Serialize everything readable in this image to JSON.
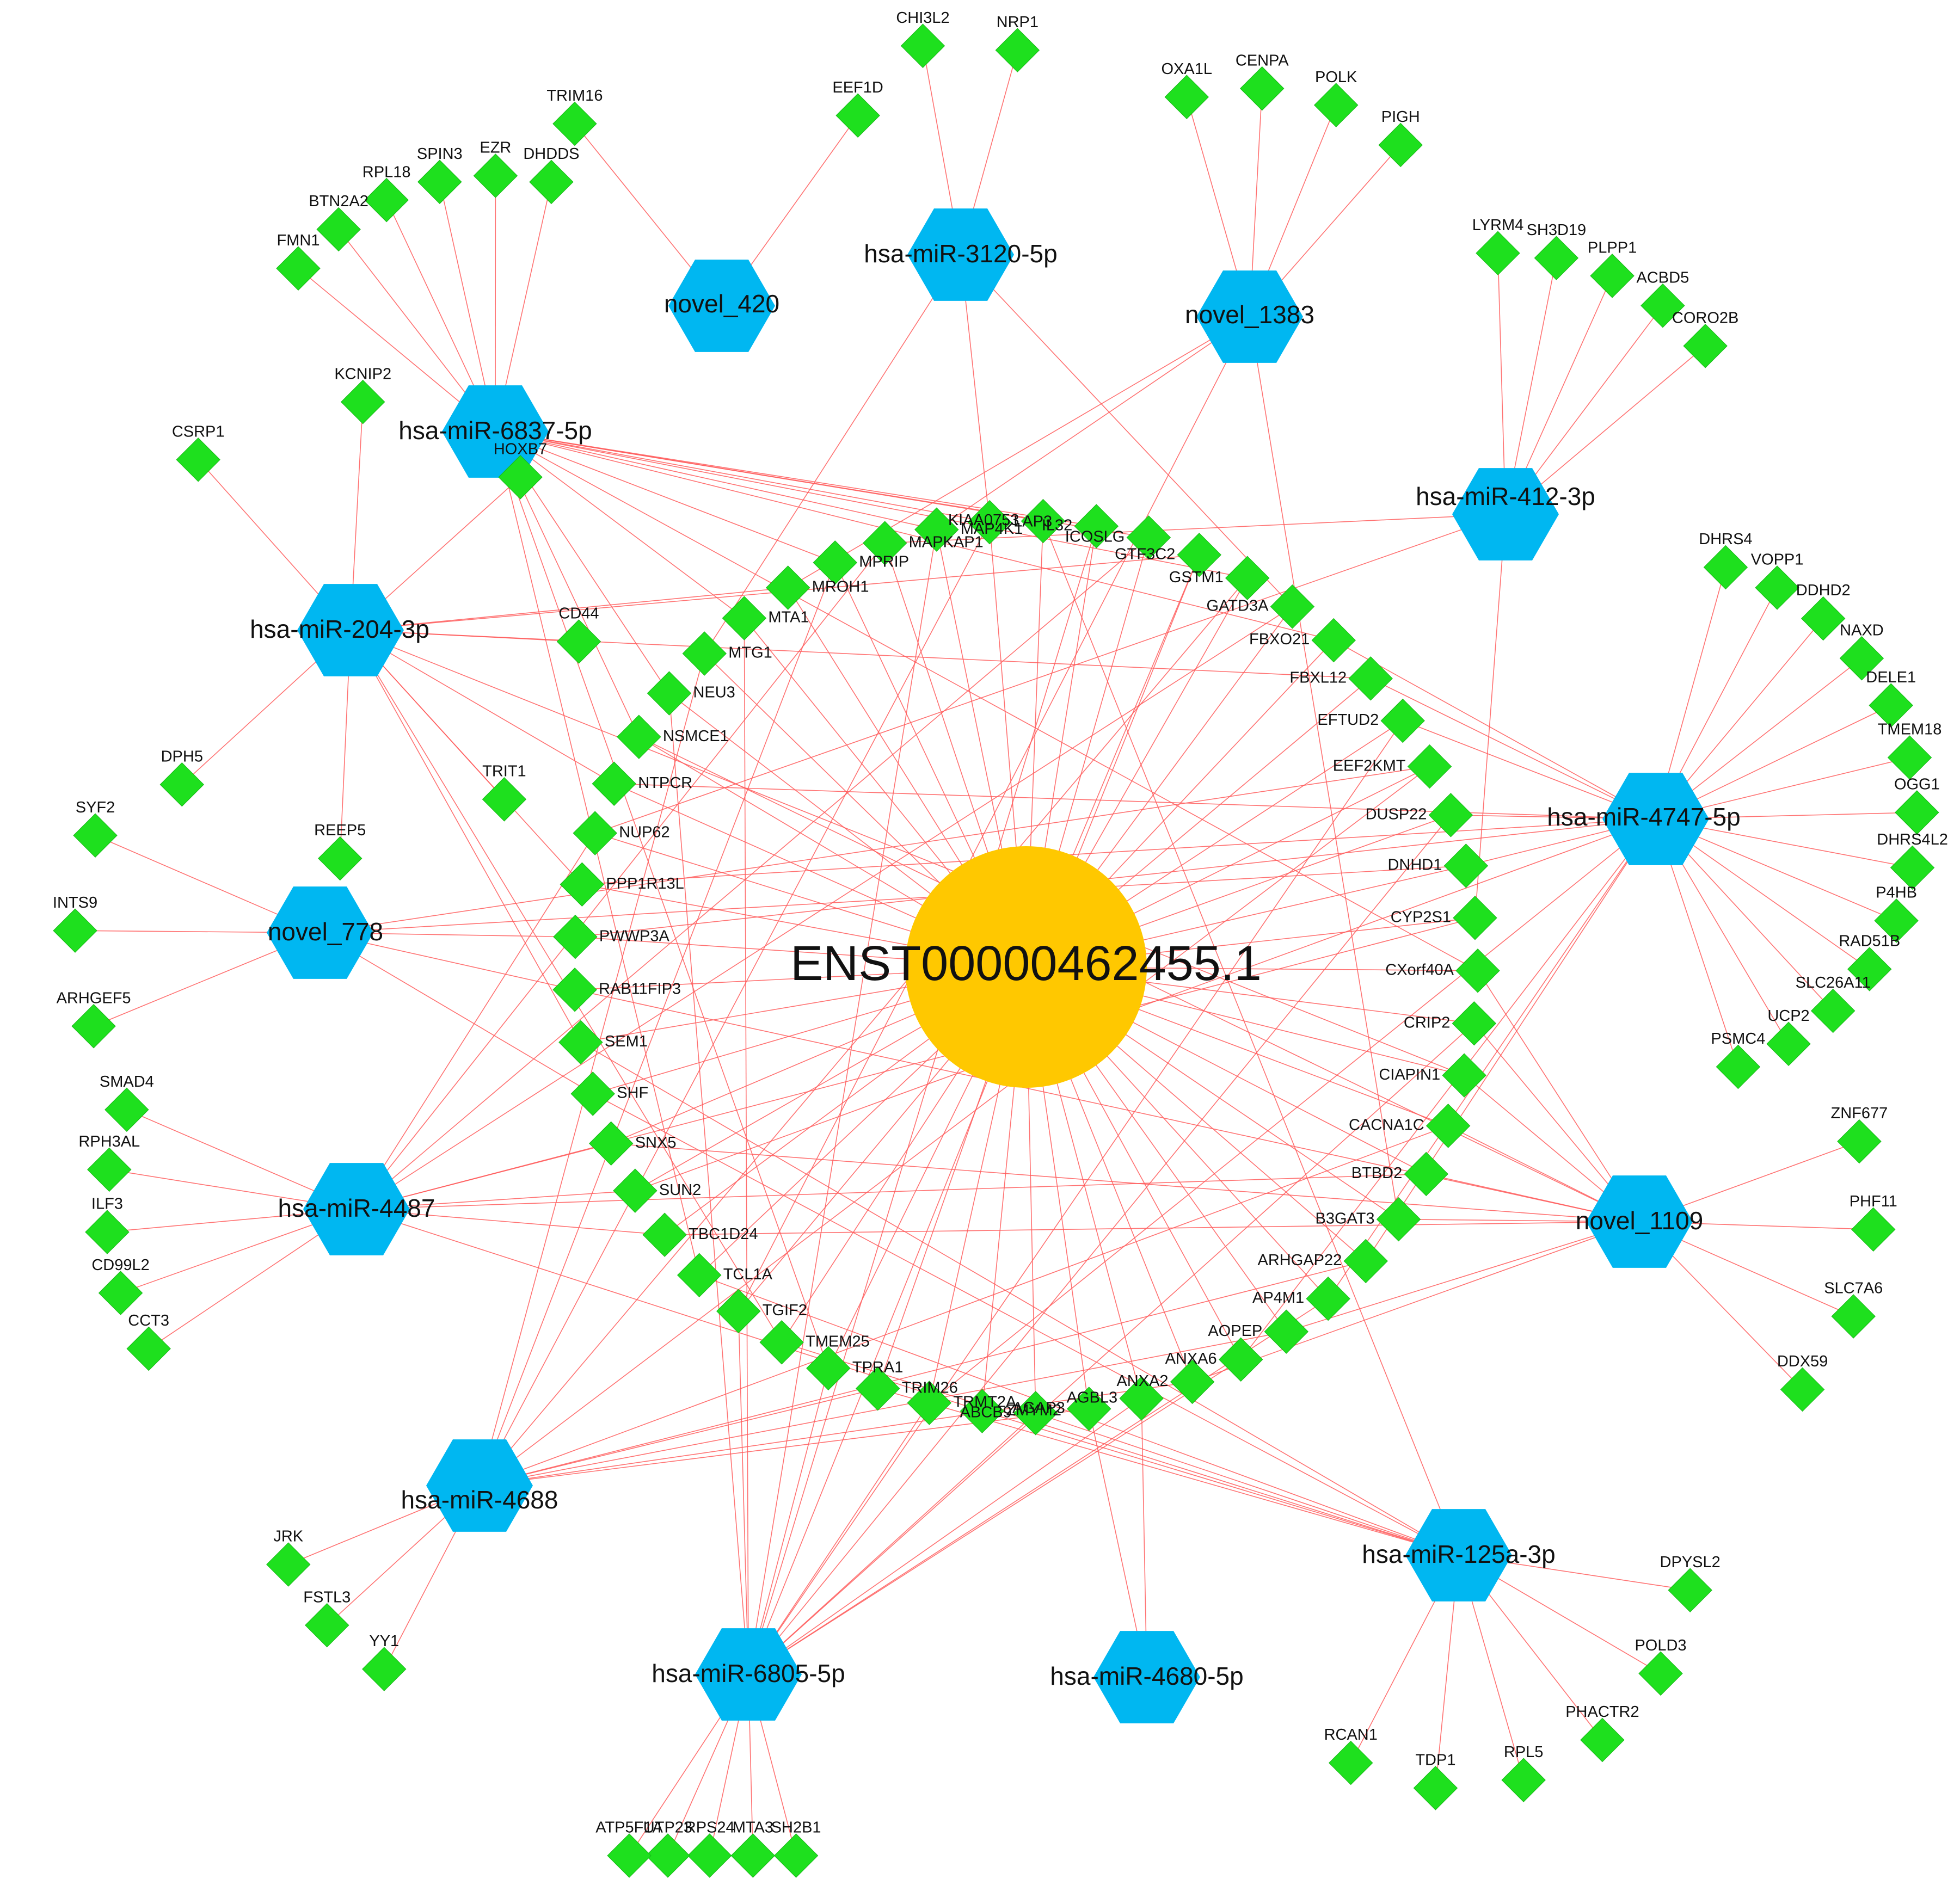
{
  "hub": {
    "label": "ENST00000462455.1"
  },
  "mirnas": [
    {
      "id": "novel_420",
      "label": "novel_420"
    },
    {
      "id": "mir3120",
      "label": "hsa-miR-3120-5p"
    },
    {
      "id": "novel_1383",
      "label": "novel_1383"
    },
    {
      "id": "mir6837",
      "label": "hsa-miR-6837-5p"
    },
    {
      "id": "mir412",
      "label": "hsa-miR-412-3p"
    },
    {
      "id": "mir204",
      "label": "hsa-miR-204-3p"
    },
    {
      "id": "mir4747",
      "label": "hsa-miR-4747-5p"
    },
    {
      "id": "novel_778",
      "label": "novel_778"
    },
    {
      "id": "mir4487",
      "label": "hsa-miR-4487"
    },
    {
      "id": "novel_1109",
      "label": "novel_1109"
    },
    {
      "id": "mir4688",
      "label": "hsa-miR-4688"
    },
    {
      "id": "mir125a",
      "label": "hsa-miR-125a-3p"
    },
    {
      "id": "mir6805",
      "label": "hsa-miR-6805-5p"
    },
    {
      "id": "mir4680",
      "label": "hsa-miR-4680-5p"
    }
  ],
  "peripheral_genes": [
    {
      "label": "TRIM16",
      "mirna": "novel_420"
    },
    {
      "label": "EEF1D",
      "mirna": "novel_420"
    },
    {
      "label": "CHI3L2",
      "mirna": "mir3120"
    },
    {
      "label": "NRP1",
      "mirna": "mir3120"
    },
    {
      "label": "OXA1L",
      "mirna": "novel_1383"
    },
    {
      "label": "CENPA",
      "mirna": "novel_1383"
    },
    {
      "label": "POLK",
      "mirna": "novel_1383"
    },
    {
      "label": "PIGH",
      "mirna": "novel_1383"
    },
    {
      "label": "FMN1",
      "mirna": "mir6837"
    },
    {
      "label": "BTN2A2",
      "mirna": "mir6837"
    },
    {
      "label": "RPL18",
      "mirna": "mir6837"
    },
    {
      "label": "SPIN3",
      "mirna": "mir6837"
    },
    {
      "label": "EZR",
      "mirna": "mir6837"
    },
    {
      "label": "DHDDS",
      "mirna": "mir6837"
    },
    {
      "label": "LYRM4",
      "mirna": "mir412"
    },
    {
      "label": "SH3D19",
      "mirna": "mir412"
    },
    {
      "label": "PLPP1",
      "mirna": "mir412"
    },
    {
      "label": "ACBD5",
      "mirna": "mir412"
    },
    {
      "label": "CORO2B",
      "mirna": "mir412"
    },
    {
      "label": "CSRP1",
      "mirna": "mir204"
    },
    {
      "label": "KCNIP2",
      "mirna": "mir204"
    },
    {
      "label": "HOXB7",
      "mirna": "mir204"
    },
    {
      "label": "CD44",
      "mirna": "mir204"
    },
    {
      "label": "TRIT1",
      "mirna": "mir204"
    },
    {
      "label": "REEP5",
      "mirna": "mir204"
    },
    {
      "label": "DPH5",
      "mirna": "mir204"
    },
    {
      "label": "DHRS4",
      "mirna": "mir4747"
    },
    {
      "label": "VOPP1",
      "mirna": "mir4747"
    },
    {
      "label": "DDHD2",
      "mirna": "mir4747"
    },
    {
      "label": "NAXD",
      "mirna": "mir4747"
    },
    {
      "label": "DELE1",
      "mirna": "mir4747"
    },
    {
      "label": "TMEM18",
      "mirna": "mir4747"
    },
    {
      "label": "OGG1",
      "mirna": "mir4747"
    },
    {
      "label": "DHRS4L2",
      "mirna": "mir4747"
    },
    {
      "label": "P4HB",
      "mirna": "mir4747"
    },
    {
      "label": "RAD51B",
      "mirna": "mir4747"
    },
    {
      "label": "SLC26A11",
      "mirna": "mir4747"
    },
    {
      "label": "UCP2",
      "mirna": "mir4747"
    },
    {
      "label": "PSMC4",
      "mirna": "mir4747"
    },
    {
      "label": "ARHGEF5",
      "mirna": "novel_778"
    },
    {
      "label": "INTS9",
      "mirna": "novel_778"
    },
    {
      "label": "SYF2",
      "mirna": "novel_778"
    },
    {
      "label": "CCT3",
      "mirna": "mir4487"
    },
    {
      "label": "CD99L2",
      "mirna": "mir4487"
    },
    {
      "label": "ILF3",
      "mirna": "mir4487"
    },
    {
      "label": "RPH3AL",
      "mirna": "mir4487"
    },
    {
      "label": "SMAD4",
      "mirna": "mir4487"
    },
    {
      "label": "ZNF677",
      "mirna": "novel_1109"
    },
    {
      "label": "PHF11",
      "mirna": "novel_1109"
    },
    {
      "label": "SLC7A6",
      "mirna": "novel_1109"
    },
    {
      "label": "DDX59",
      "mirna": "novel_1109"
    },
    {
      "label": "YY1",
      "mirna": "mir4688"
    },
    {
      "label": "FSTL3",
      "mirna": "mir4688"
    },
    {
      "label": "JRK",
      "mirna": "mir4688"
    },
    {
      "label": "DPYSL2",
      "mirna": "mir125a"
    },
    {
      "label": "POLD3",
      "mirna": "mir125a"
    },
    {
      "label": "PHACTR2",
      "mirna": "mir125a"
    },
    {
      "label": "RPL5",
      "mirna": "mir125a"
    },
    {
      "label": "TDP1",
      "mirna": "mir125a"
    },
    {
      "label": "RCAN1",
      "mirna": "mir125a"
    },
    {
      "label": "SH2B1",
      "mirna": "mir6805"
    },
    {
      "label": "MTA3",
      "mirna": "mir6805"
    },
    {
      "label": "RPS24",
      "mirna": "mir6805"
    },
    {
      "label": "UTP23",
      "mirna": "mir6805"
    },
    {
      "label": "ATP5F1A",
      "mirna": "mir6805"
    }
  ],
  "ring_genes": [
    {
      "label": "MAP4K1",
      "mirnas": [
        "mir6837",
        "novel_1383",
        "mir6805"
      ]
    },
    {
      "label": "LAP3",
      "mirnas": [
        "mir3120",
        "mir6837",
        "mir4688"
      ]
    },
    {
      "label": "KIAA0753",
      "mirnas": [
        "mir6837",
        "mir125a"
      ]
    },
    {
      "label": "IL32",
      "mirnas": [
        "mir6837",
        "mir6805"
      ]
    },
    {
      "label": "ICOSLG",
      "mirnas": [
        "mir6837",
        "mir4487"
      ]
    },
    {
      "label": "GTF3C2",
      "mirnas": [
        "mir204",
        "mir6805"
      ]
    },
    {
      "label": "GSTM1",
      "mirnas": [
        "mir6837",
        "mir4688"
      ]
    },
    {
      "label": "GATD3A",
      "mirnas": [
        "mir3120",
        "mir4487"
      ]
    },
    {
      "label": "FBXO21",
      "mirnas": [
        "mir6837",
        "mir4747"
      ]
    },
    {
      "label": "FBXL12",
      "mirnas": [
        "mir4747",
        "mir204"
      ]
    },
    {
      "label": "EFTUD2",
      "mirnas": [
        "mir4747",
        "mir6805"
      ]
    },
    {
      "label": "EEF2KMT",
      "mirnas": [
        "novel_778",
        "mir4688"
      ]
    },
    {
      "label": "DUSP22",
      "mirnas": [
        "mir4747",
        "mir6805"
      ]
    },
    {
      "label": "DNHD1",
      "mirnas": [
        "mir4747",
        "novel_778"
      ]
    },
    {
      "label": "CYP2S1",
      "mirnas": [
        "mir412",
        "mir4487"
      ]
    },
    {
      "label": "CXorf40A",
      "mirnas": [
        "novel_1109",
        "mir6837"
      ]
    },
    {
      "label": "CRIP2",
      "mirnas": [
        "novel_1109",
        "mir6805"
      ]
    },
    {
      "label": "CIAPIN1",
      "mirnas": [
        "novel_1109",
        "mir204"
      ]
    },
    {
      "label": "CACNA1C",
      "mirnas": [
        "novel_1109",
        "mir4688"
      ]
    },
    {
      "label": "BTBD2",
      "mirnas": [
        "novel_1109",
        "mir4487"
      ]
    },
    {
      "label": "B3GAT3",
      "mirnas": [
        "novel_1109",
        "novel_1383"
      ]
    },
    {
      "label": "ARHGAP22",
      "mirnas": [
        "mir4747",
        "mir4688"
      ]
    },
    {
      "label": "AP4M1",
      "mirnas": [
        "mir4747",
        "mir6805"
      ]
    },
    {
      "label": "AOPEP",
      "mirnas": [
        "novel_1109",
        "mir4688"
      ]
    },
    {
      "label": "ANXA6",
      "mirnas": [
        "mir4747",
        "mir6805"
      ]
    },
    {
      "label": "ANXA2",
      "mirnas": [
        "novel_1109",
        "mir4688"
      ]
    },
    {
      "label": "AGBL3",
      "mirnas": [
        "mir4680",
        "mir6805"
      ]
    },
    {
      "label": "AGAP3",
      "mirnas": [
        "mir4680",
        "mir4688"
      ]
    },
    {
      "label": "ABCB9",
      "mirnas": [
        "mir125a",
        "mir6805"
      ]
    },
    {
      "label": "ZMYM2",
      "mirnas": [
        "mir125a",
        "mir4487"
      ]
    },
    {
      "label": "TRMT2A",
      "mirnas": [
        "mir4747",
        "mir6805"
      ]
    },
    {
      "label": "TRIM26",
      "mirnas": [
        "mir125a",
        "mir4688"
      ]
    },
    {
      "label": "TPRA1",
      "mirnas": [
        "mir6837",
        "mir6805"
      ]
    },
    {
      "label": "TMEM25",
      "mirnas": [
        "mir204",
        "mir125a"
      ]
    },
    {
      "label": "TGIF2",
      "mirnas": [
        "novel_1383",
        "mir6805"
      ]
    },
    {
      "label": "TCL1A",
      "mirnas": [
        "mir6837",
        "mir125a"
      ]
    },
    {
      "label": "TBC1D24",
      "mirnas": [
        "mir4487",
        "novel_1109"
      ]
    },
    {
      "label": "SUN2",
      "mirnas": [
        "mir4487",
        "mir4747"
      ]
    },
    {
      "label": "SNX5",
      "mirnas": [
        "mir4487",
        "novel_1109"
      ]
    },
    {
      "label": "SHF",
      "mirnas": [
        "novel_778",
        "mir125a"
      ]
    },
    {
      "label": "SEM1",
      "mirnas": [
        "mir204",
        "mir125a"
      ]
    },
    {
      "label": "RAB11FIP3",
      "mirnas": [
        "novel_778",
        "novel_1109"
      ]
    },
    {
      "label": "PWWP3A",
      "mirnas": [
        "novel_778",
        "mir4747"
      ]
    },
    {
      "label": "PPP1R13L",
      "mirnas": [
        "mir204",
        "mir4747"
      ]
    },
    {
      "label": "NUP62",
      "mirnas": [
        "mir4487",
        "mir412"
      ]
    },
    {
      "label": "NTPCR",
      "mirnas": [
        "mir204",
        "mir4747"
      ]
    },
    {
      "label": "NSMCE1",
      "mirnas": [
        "mir6837",
        "novel_1109"
      ]
    },
    {
      "label": "NEU3",
      "mirnas": [
        "mir6837",
        "mir6805"
      ]
    },
    {
      "label": "MTG1",
      "mirnas": [
        "mir3120",
        "mir4688"
      ]
    },
    {
      "label": "MTA1",
      "mirnas": [
        "mir6837",
        "mir6805"
      ]
    },
    {
      "label": "MROH1",
      "mirnas": [
        "mir204",
        "novel_1383"
      ]
    },
    {
      "label": "MPRIP",
      "mirnas": [
        "mir6837",
        "mir4688"
      ]
    },
    {
      "label": "MAPKAP1",
      "mirnas": [
        "mir412",
        "mir4487"
      ]
    }
  ],
  "colors": {
    "hub": "#ffc800",
    "mirna": "#00b7f1",
    "gene": "#1ee01e",
    "edge": "#ff5a5a"
  }
}
